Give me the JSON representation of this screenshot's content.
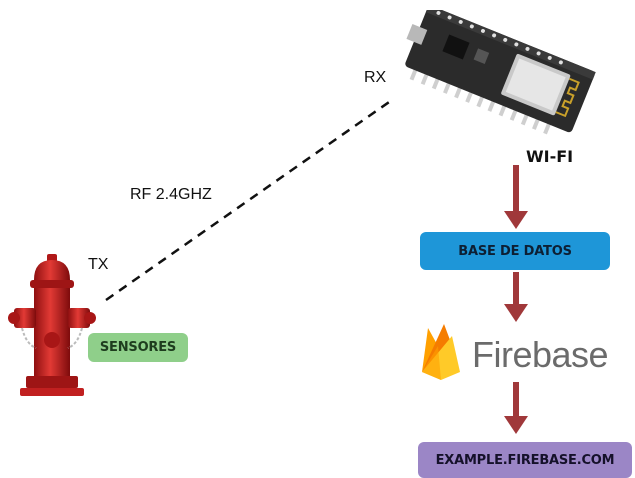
{
  "labels": {
    "rx": "RX",
    "tx": "TX",
    "rf": "RF 2.4GHZ",
    "wifi": "WI-FI"
  },
  "boxes": {
    "sensores": "SENSORES",
    "base_de_datos": "BASE DE DATOS",
    "example": "EXAMPLE.FIREBASE.COM"
  },
  "firebase": {
    "wordmark": "Firebase"
  },
  "colors": {
    "arrow": "#a0383a",
    "base_box": "#1e96d8",
    "sensores_box": "#8fcf8a",
    "example_box": "#9b86c6",
    "hydrant": "#d42424",
    "board": "#2a2a2a",
    "firebase_yellow": "#ffca28",
    "firebase_orange": "#f6820d"
  },
  "icons": [
    "fire-hydrant-icon",
    "wifi-module-icon",
    "firebase-flame-icon"
  ]
}
